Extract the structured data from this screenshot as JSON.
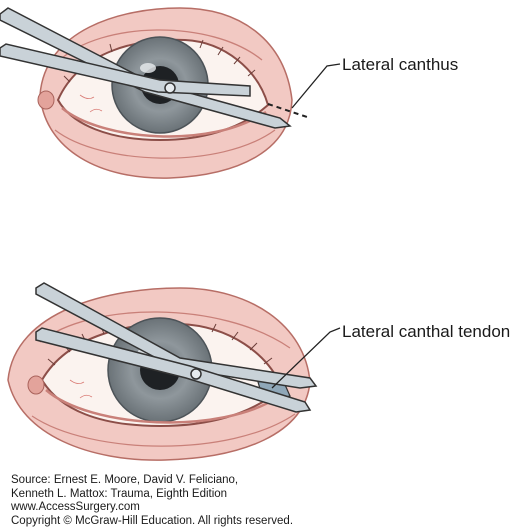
{
  "labels": {
    "top": "Lateral canthus",
    "bottom": "Lateral canthal tendon"
  },
  "credit": [
    "Source: Ernest E. Moore, David V. Feliciano,",
    "Kenneth L. Mattox: Trauma, Eighth Edition",
    "www.AccessSurgery.com",
    "Copyright © McGraw-Hill Education. All rights reserved."
  ],
  "colors": {
    "skin": "#f2c9c3",
    "skin_dark": "#d9938b",
    "sclera": "#fbf3ef",
    "iris": "#8a9297",
    "pupil": "#1e2124",
    "instrument": "#c9d2d8",
    "tendon": "#8fa7b8"
  }
}
